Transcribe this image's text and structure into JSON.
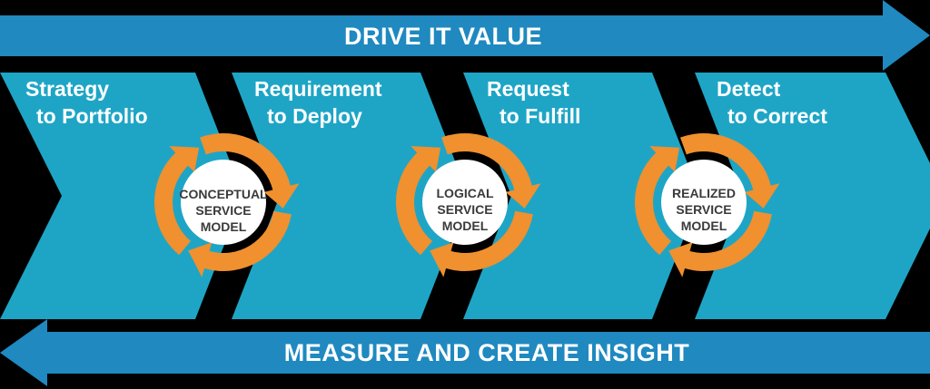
{
  "colors": {
    "background": "#000000",
    "arrow_blue": "#1f89c0",
    "chevron_blue": "#1ea5c6",
    "cycle_orange": "#f0902e",
    "cycle_center": "#ffffff",
    "white_text": "#ffffff",
    "dark_text": "#3a3a3a"
  },
  "top_arrow": {
    "label": "DRIVE IT VALUE"
  },
  "bottom_arrow": {
    "label": "MEASURE AND CREATE INSIGHT"
  },
  "stages": [
    {
      "line1": "Strategy",
      "line2": "to Portfolio"
    },
    {
      "line1": "Requirement",
      "line2": "to Deploy"
    },
    {
      "line1": "Request",
      "line2": "to Fulfill"
    },
    {
      "line1": "Detect",
      "line2": "to Correct"
    }
  ],
  "models": [
    {
      "line1": "CONCEPTUAL",
      "line2": "SERVICE",
      "line3": "MODEL",
      "icon": "cycle-arrows-icon"
    },
    {
      "line1": "LOGICAL",
      "line2": "SERVICE",
      "line3": "MODEL",
      "icon": "cycle-arrows-icon"
    },
    {
      "line1": "REALIZED",
      "line2": "SERVICE",
      "line3": "MODEL",
      "icon": "cycle-arrows-icon"
    }
  ]
}
